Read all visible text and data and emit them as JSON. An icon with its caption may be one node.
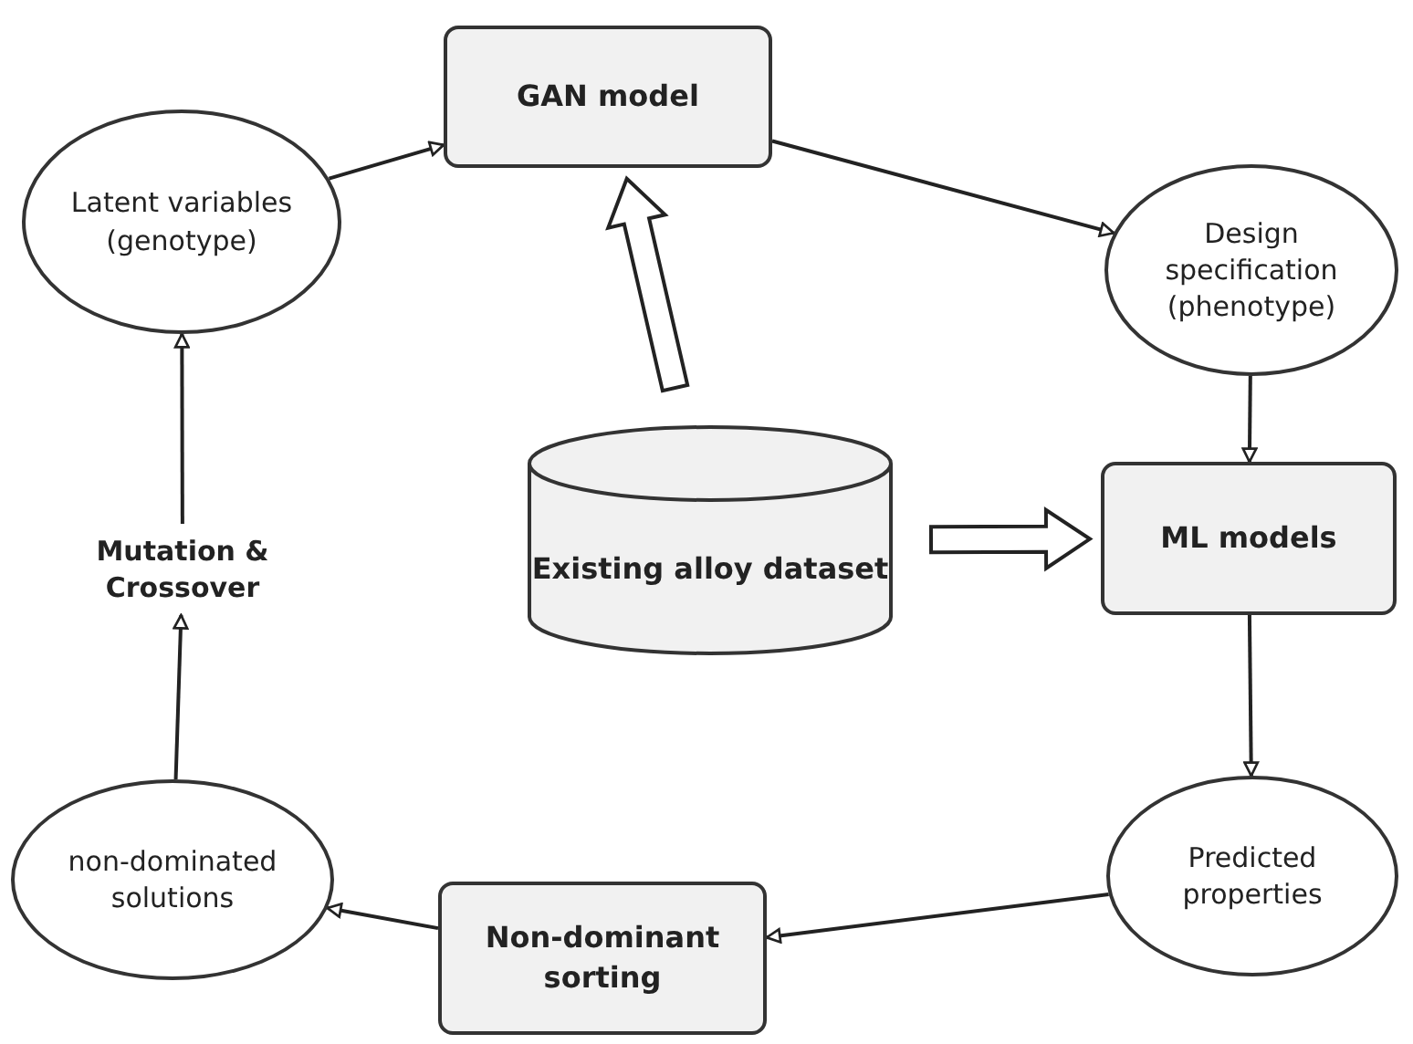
{
  "diagram": {
    "nodes": [
      {
        "text": [
          "GAN model"
        ]
      },
      {
        "text": [
          "Latent variables (genotype)"
        ]
      },
      {
        "text": [
          "Design specification (phenotype)"
        ]
      },
      {
        "text": [
          "Existing alloy dataset"
        ]
      },
      {
        "text": [
          "ML models"
        ]
      },
      {
        "text": [
          "Mutation & Crossover"
        ]
      },
      {
        "text": [
          "non-dominated solutions"
        ]
      },
      {
        "text": [
          "Predicted properties"
        ]
      },
      {
        "text": [
          "Non-dominant sorting"
        ]
      }
    ],
    "edges": [
      {
        "from": 1,
        "to": 0,
        "arrow": "to"
      },
      {
        "from": 0,
        "to": 2,
        "arrow": "to"
      },
      {
        "from": 2,
        "to": 4,
        "arrow": "to"
      },
      {
        "from": 3,
        "to": 0,
        "arrow": "to",
        "style": "thick"
      },
      {
        "from": 3,
        "to": 4,
        "arrow": "to",
        "style": "thick"
      },
      {
        "from": 4,
        "to": 7,
        "arrow": "to"
      },
      {
        "from": 7,
        "to": 8,
        "arrow": "to"
      },
      {
        "from": 8,
        "to": 6,
        "arrow": "to"
      },
      {
        "from": 6,
        "to": 5,
        "arrow": "to"
      },
      {
        "from": 5,
        "to": 1,
        "arrow": "to"
      }
    ]
  }
}
